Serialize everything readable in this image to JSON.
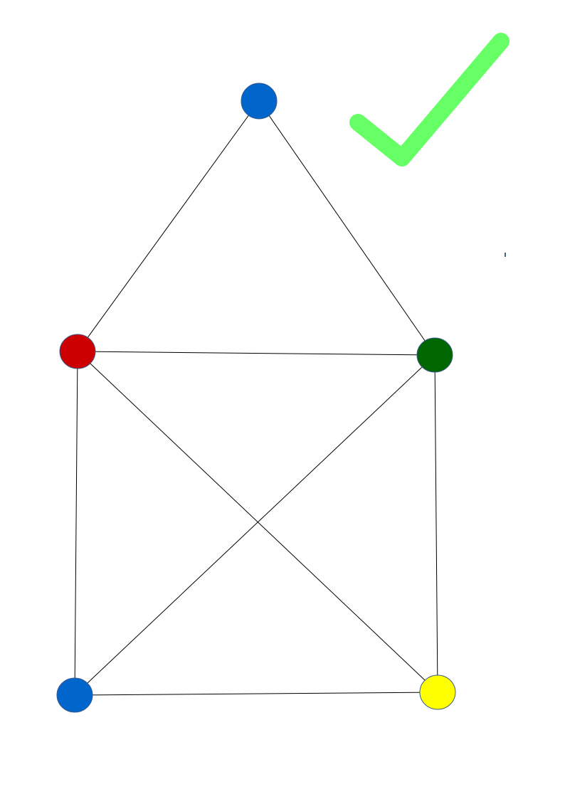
{
  "graph": {
    "nodes": [
      {
        "id": "top",
        "color": "#0066cc"
      },
      {
        "id": "mid-left",
        "color": "#cc0000"
      },
      {
        "id": "mid-right",
        "color": "#006600"
      },
      {
        "id": "bottom-left",
        "color": "#0066cc"
      },
      {
        "id": "bottom-right",
        "color": "#ffff00"
      }
    ],
    "edges": [
      [
        "top",
        "mid-left"
      ],
      [
        "top",
        "mid-right"
      ],
      [
        "mid-left",
        "mid-right"
      ],
      [
        "mid-left",
        "bottom-left"
      ],
      [
        "mid-right",
        "bottom-right"
      ],
      [
        "bottom-left",
        "bottom-right"
      ],
      [
        "mid-left",
        "bottom-right"
      ],
      [
        "mid-right",
        "bottom-left"
      ]
    ]
  },
  "checkmark": {
    "icon": "checkmark-icon",
    "color": "#66ff66"
  },
  "colors": {
    "edge": "#000000",
    "background": "#ffffff"
  }
}
